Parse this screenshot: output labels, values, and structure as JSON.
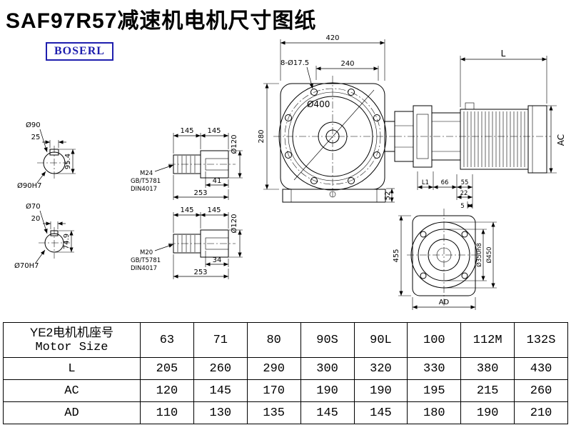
{
  "title": "SAF97R57减速机电机尺寸图纸",
  "logo": "BOSERL",
  "drawing": {
    "sec90": {
      "dia": "Ø90",
      "key": "25",
      "height": "95.4",
      "fit": "Ø90H7"
    },
    "sec70": {
      "dia": "Ø70",
      "key": "20",
      "height": "74.9",
      "fit": "Ø70H7"
    },
    "shaft24": {
      "s1": "145",
      "s2": "145",
      "dia": "Ø120",
      "thread": "M24",
      "std1": "GB/T5781",
      "std2": "DIN4017",
      "key": "41",
      "total": "253"
    },
    "shaft20": {
      "s1": "145",
      "s2": "145",
      "dia": "Ø120",
      "thread": "M20",
      "std1": "GB/T5781",
      "std2": "DIN4017",
      "key": "34",
      "total": "253"
    },
    "front": {
      "width": "420",
      "flange": "240",
      "bolts": "8-Ø17.5",
      "dia": "Ø400",
      "height": "280",
      "foot": "52"
    },
    "motor": {
      "length": "L",
      "height": "AC"
    },
    "flange": {
      "l1": "L1",
      "d66": "66",
      "d55": "55",
      "d22": "22",
      "d5": "5",
      "h": "455",
      "spigot": "Ø350h8",
      "od": "Ø450",
      "ad": "AD"
    }
  },
  "table": {
    "header_cn": "YE2电机机座号",
    "header_en": "Motor Size",
    "sizes": [
      "63",
      "71",
      "80",
      "90S",
      "90L",
      "100",
      "112M",
      "132S"
    ],
    "rows": [
      {
        "label": "L",
        "values": [
          "205",
          "260",
          "290",
          "300",
          "320",
          "330",
          "380",
          "430"
        ]
      },
      {
        "label": "AC",
        "values": [
          "120",
          "145",
          "170",
          "190",
          "190",
          "195",
          "215",
          "260"
        ]
      },
      {
        "label": "AD",
        "values": [
          "110",
          "130",
          "135",
          "145",
          "145",
          "180",
          "190",
          "210"
        ]
      }
    ]
  }
}
